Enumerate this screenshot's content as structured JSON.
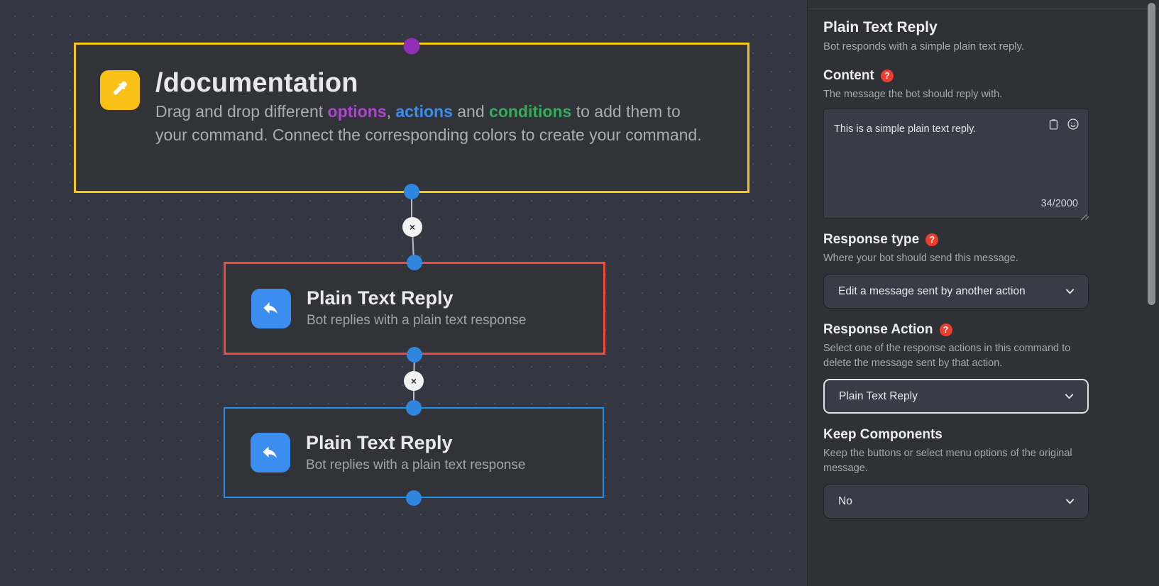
{
  "canvas": {
    "command_card": {
      "icon": "hammer-icon",
      "title": "/documentation",
      "desc_part1": "Drag and drop different ",
      "kw_options": "options",
      "desc_part2": ", ",
      "kw_actions": "actions",
      "desc_part3": " and ",
      "kw_conditions": "conditions",
      "desc_part4": " to add them to your command. Connect the corresponding colors to create your command.",
      "border_color": "#f5c518",
      "icon_color": "#f9c116",
      "top_port_color": "#8e2fb5",
      "bottom_port_color": "#2e86de"
    },
    "nodes": [
      {
        "icon": "reply-arrow-icon",
        "title": "Plain Text Reply",
        "subtitle": "Bot replies with a plain text response",
        "border_color": "#f04a3f",
        "icon_color": "#3b8ef0",
        "state": "selected-error"
      },
      {
        "icon": "reply-arrow-icon",
        "title": "Plain Text Reply",
        "subtitle": "Bot replies with a plain text response",
        "border_color": "#1f8fe8",
        "icon_color": "#3b8ef0",
        "state": "normal"
      }
    ],
    "edge_buttons": [
      {
        "label": "×",
        "name": "edge-delete-1"
      },
      {
        "label": "×",
        "name": "edge-delete-2"
      }
    ]
  },
  "panel": {
    "title": "Plain Text Reply",
    "subtitle": "Bot responds with a simple plain text reply.",
    "content": {
      "label": "Content",
      "help": "?",
      "desc": "The message the bot should reply with.",
      "value": "This is a simple plain text reply.",
      "counter": "34/2000",
      "icons": [
        "clipboard-icon",
        "emoji-icon"
      ]
    },
    "response_type": {
      "label": "Response type",
      "help": "?",
      "desc": "Where your bot should send this message.",
      "value": "Edit a message sent by another action"
    },
    "response_action": {
      "label": "Response Action",
      "help": "?",
      "desc": "Select one of the response actions in this command to delete the message sent by that action.",
      "value": "Plain Text Reply"
    },
    "keep_components": {
      "label": "Keep Components",
      "desc": "Keep the buttons or select menu options of the original message.",
      "value": "No"
    }
  }
}
